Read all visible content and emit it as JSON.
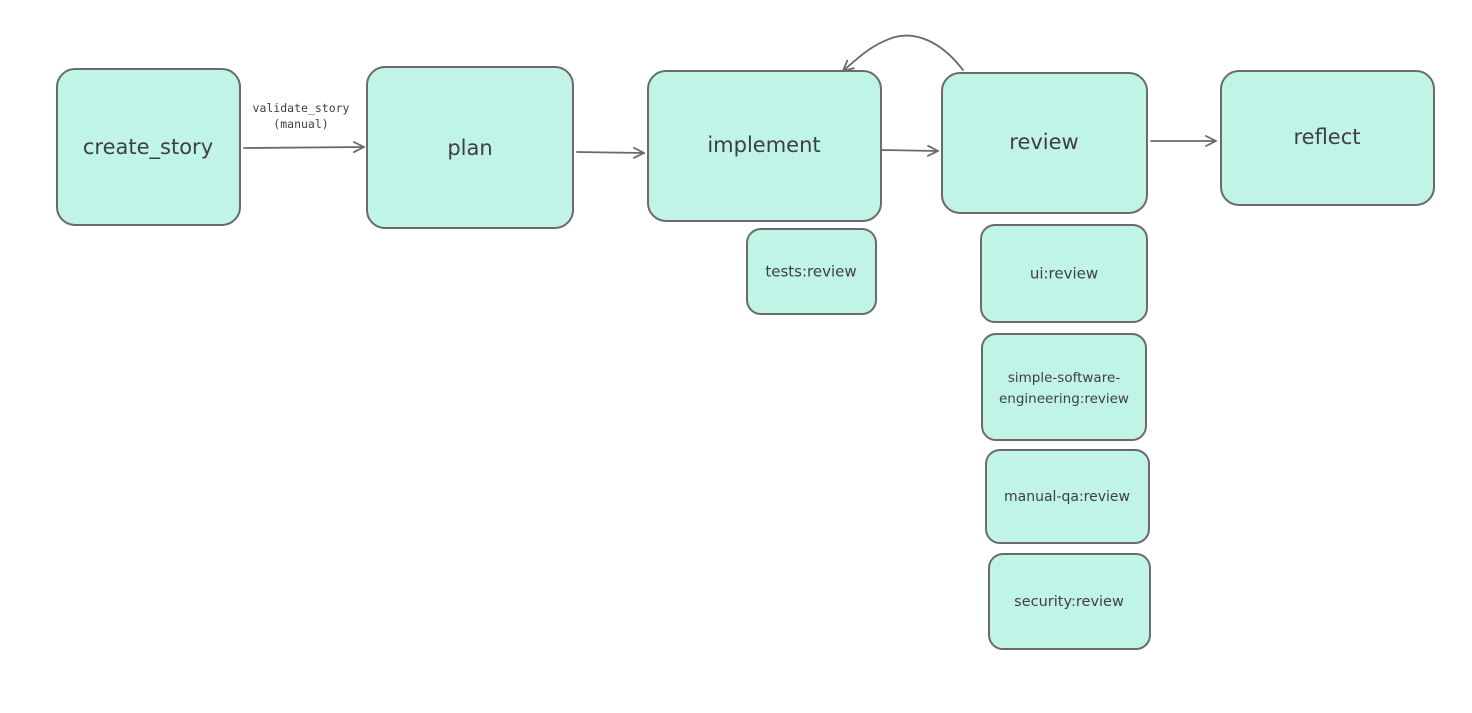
{
  "colors": {
    "node_fill": "#c0f4e6",
    "node_stroke": "#6a6a6a",
    "text": "#3f3f3f",
    "edge": "#6a6a6a",
    "background": "#ffffff"
  },
  "nodes": {
    "create_story": "create_story",
    "plan": "plan",
    "implement": "implement",
    "review": "review",
    "reflect": "reflect",
    "tests_review": "tests:review",
    "ui_review": "ui:review",
    "sse_review_line1": "simple-software-",
    "sse_review_line2": "engineering:review",
    "manual_qa_review": "manual-qa:review",
    "security_review": "security:review"
  },
  "edges": {
    "validate_story_line1": "validate_story",
    "validate_story_line2": "(manual)"
  }
}
